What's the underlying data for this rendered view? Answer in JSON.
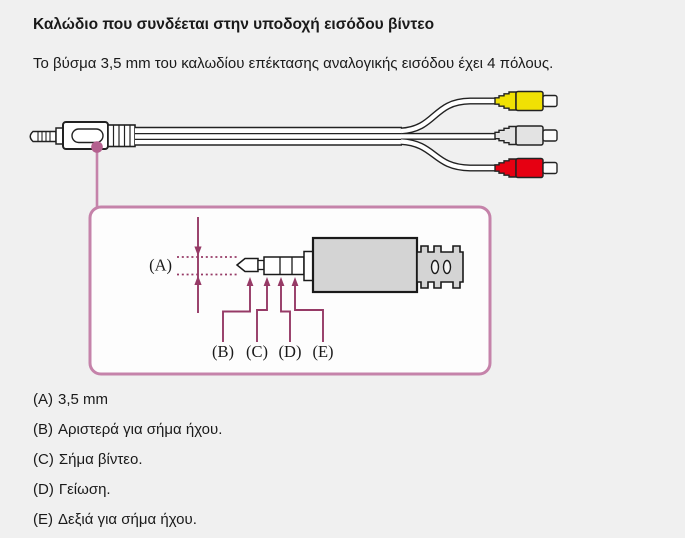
{
  "page": {
    "title": "Καλώδιο που συνδέεται στην υποδοχή εισόδου βίντεο",
    "subtitle": "Το βύσμα 3,5 mm του καλωδίου επέκτασης αναλογικής εισόδου έχει 4 πόλους."
  },
  "colors": {
    "background": "#f0f0f0",
    "rca_yellow": "#f0e104",
    "rca_white": "#e3e3e3",
    "rca_red": "#e60012",
    "callout_pink": "#c583aa",
    "callout_dot_pink": "#b4618f",
    "annotation_plum": "#963a66",
    "plug_gray": "#d4d4d4",
    "line_black": "#1a1a1a"
  },
  "diagram": {
    "callout_labels": [
      "(A)",
      "(B)",
      "(C)",
      "(D)",
      "(E)"
    ]
  },
  "legend": {
    "items": [
      {
        "id": "(A)",
        "text": "3,5 mm"
      },
      {
        "id": "(B)",
        "text": "Αριστερά για σήμα ήχου."
      },
      {
        "id": "(C)",
        "text": "Σήμα βίντεο."
      },
      {
        "id": "(D)",
        "text": "Γείωση."
      },
      {
        "id": "(E)",
        "text": "Δεξιά για σήμα ήχου."
      }
    ]
  }
}
